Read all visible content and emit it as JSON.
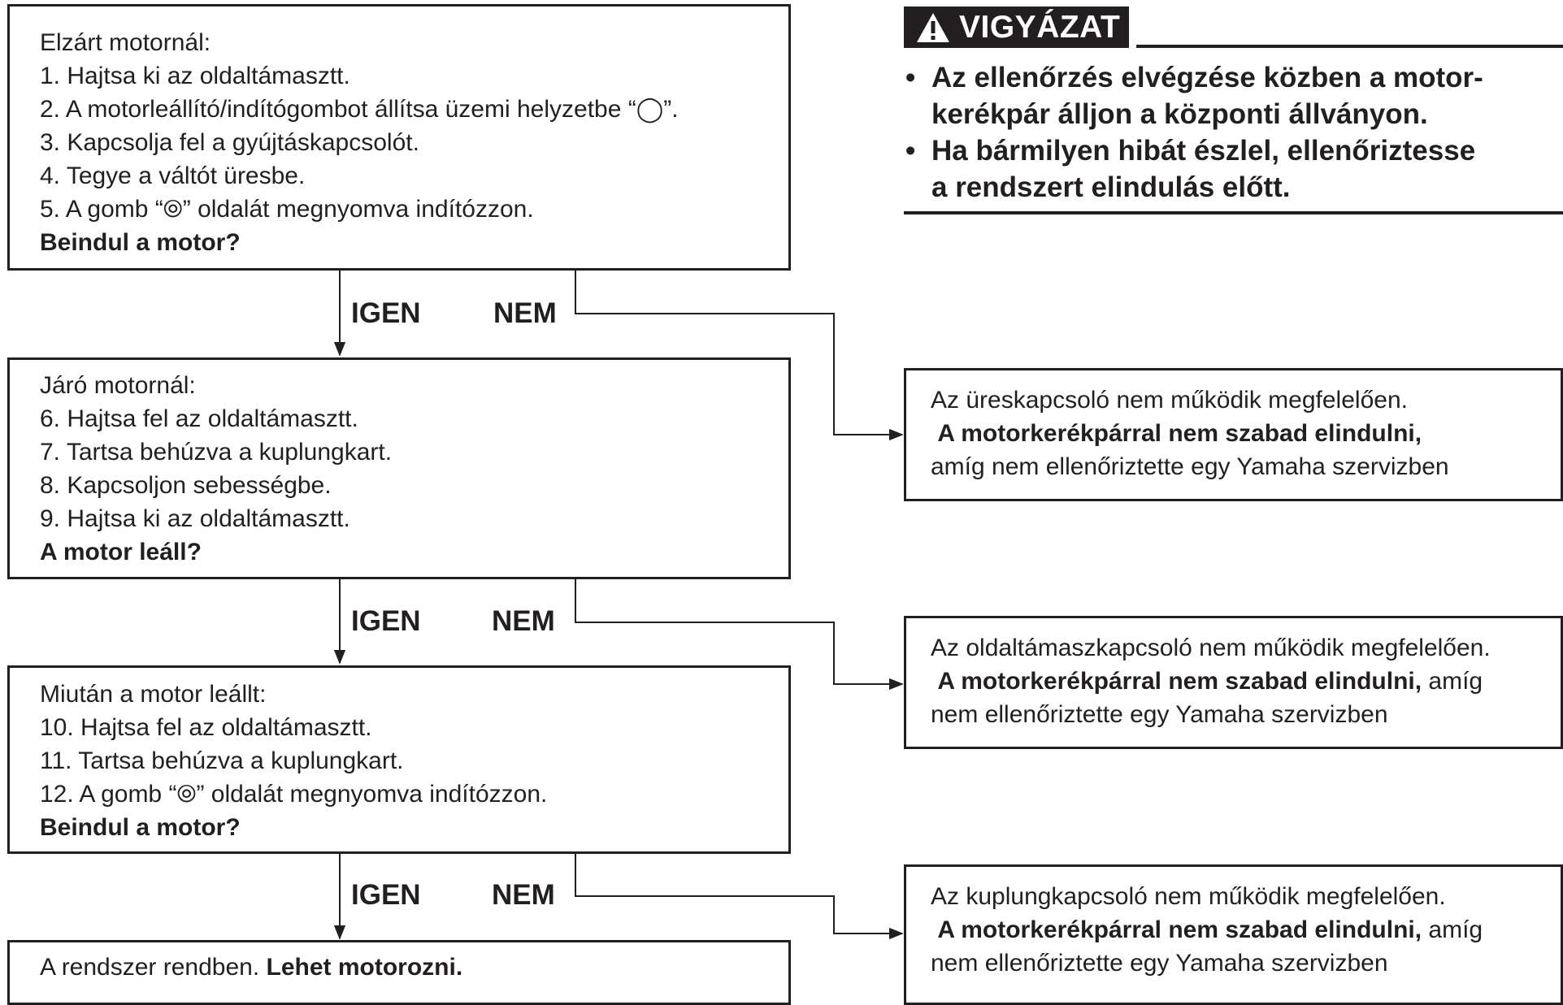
{
  "warning": {
    "title": "VIGYÁZAT",
    "items": [
      [
        "Az ellenőrzés elvégzése közben a motor-",
        "kerékpár álljon a központi állványon."
      ],
      [
        "Ha bármilyen hibát észlel, ellenőriztesse",
        "a rendszert elindulás előtt."
      ]
    ]
  },
  "steps": [
    {
      "lines": [
        "Elzárt motornál:",
        "1. Hajtsa ki az oldaltámasztt.",
        "2. A motorleállító/indítógombot állítsa üzemi helyzetbe “◯”.",
        "3. Kapcsolja fel a gyújtáskapcsolót.",
        "4. Tegye a váltót üresbe.",
        "5. A gomb  “⦾” oldalát megnyomva indítózzon."
      ],
      "question": "Beindul a motor?"
    },
    {
      "lines": [
        "Járó motornál:",
        "6. Hajtsa fel az oldaltámasztt.",
        "7. Tartsa behúzva a kuplungkart.",
        "8. Kapcsoljon sebességbe.",
        "9. Hajtsa ki az oldaltámasztt."
      ],
      "question": "A motor leáll?"
    },
    {
      "lines": [
        "Miután a motor leállt:",
        "10. Hajtsa fel az oldaltámasztt.",
        "11. Tartsa behúzva a kuplungkart.",
        "12. A gomb  “⦾” oldalát megnyomva indítózzon."
      ],
      "question": "Beindul a motor?"
    }
  ],
  "final": {
    "text": "A rendszer rendben. ",
    "bold": "Lehet motorozni."
  },
  "labels": {
    "yes": "IGEN",
    "no": "NEM"
  },
  "faults": [
    {
      "line1": "Az üreskapcsoló nem működik megfelelően.",
      "line2_bold": "A motorkerékpárral nem szabad elindulni,",
      "line2_rest": "",
      "line3": "amíg nem ellenőriztette egy Yamaha szervizben"
    },
    {
      "line1": "Az oldaltámaszkapcsoló nem működik megfelelően.",
      "line2_bold": "A motorkerékpárral nem szabad elindulni,",
      "line2_rest": " amíg",
      "line3": "nem ellenőriztette egy Yamaha szervizben"
    },
    {
      "line1": "Az kuplungkapcsoló nem működik megfelelően.",
      "line2_bold": "A motorkerékpárral nem szabad elindulni,",
      "line2_rest": " amíg",
      "line3": "nem ellenőriztette egy Yamaha szervizben"
    }
  ]
}
